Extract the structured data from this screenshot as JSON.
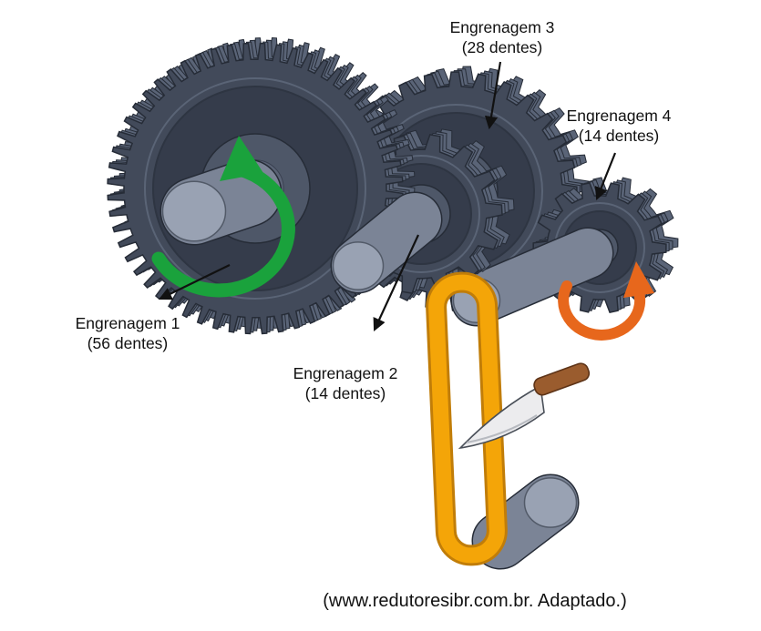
{
  "figure": {
    "title": "gear-train-knife-sharpener-diagram",
    "source_credit": "(www.redutoresibr.com.br. Adaptado.)"
  },
  "gears": [
    {
      "id": 1,
      "label": "Engrenagem 1",
      "teeth_label": "(56 dentes)",
      "teeth": 56
    },
    {
      "id": 2,
      "label": "Engrenagem 2",
      "teeth_label": "(14 dentes)",
      "teeth": 14
    },
    {
      "id": 3,
      "label": "Engrenagem 3",
      "teeth_label": "(28 dentes)",
      "teeth": 28
    },
    {
      "id": 4,
      "label": "Engrenagem 4",
      "teeth_label": "(14 dentes)",
      "teeth": 14
    }
  ],
  "colors": {
    "background": "#ffffff",
    "gear_face": "#424a5a",
    "gear_side": "#5a6477",
    "gear_outline": "#262c37",
    "gear_recess": "#353c4b",
    "gear_hub": "#4e5768",
    "shaft_body": "#7b8496",
    "shaft_cap": "#99a2b3",
    "input_rotation_arrow": "#1aa23c",
    "output_rotation_arrow": "#e7671c",
    "belt": "#f4a508",
    "belt_edge": "#c17d08",
    "knife_handle": "#9a5c2e",
    "knife_blade": "#ececee",
    "label_text": "#111111"
  }
}
